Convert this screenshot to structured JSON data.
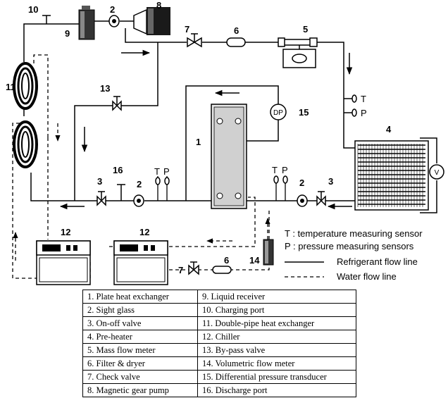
{
  "component_labels": {
    "n1": "1",
    "n2a": "2",
    "n2b": "2",
    "n2c": "2",
    "n3a": "3",
    "n3b": "3",
    "n4": "4",
    "n5": "5",
    "n6a": "6",
    "n6b": "6",
    "n7a": "7",
    "n7b": "7",
    "n8": "8",
    "n9": "9",
    "n10": "10",
    "n11": "11",
    "n12a": "12",
    "n12b": "12",
    "n13": "13",
    "n14": "14",
    "n15": "15",
    "n16": "16"
  },
  "sensor_labels": {
    "t_right": "T",
    "p_right": "P",
    "t_mid": "T",
    "p_mid": "P",
    "t_bot": "T",
    "p_bot": "P",
    "dp": "DP",
    "v": "V"
  },
  "legend": {
    "t_def": "T : temperature measuring sensor",
    "p_def": "P : pressure measuring sensors",
    "refrigerant": "Refrigerant flow line",
    "water": "Water flow line"
  },
  "parts_table": [
    [
      "1. Plate heat exchanger",
      "9. Liquid receiver"
    ],
    [
      "2. Sight glass",
      "10. Charging port"
    ],
    [
      "3. On-off valve",
      "11. Double-pipe heat exchanger"
    ],
    [
      "4. Pre-heater",
      "12. Chiller"
    ],
    [
      "5. Mass flow meter",
      "13. By-pass valve"
    ],
    [
      "6. Filter & dryer",
      "14. Volumetric flow meter"
    ],
    [
      "7. Check valve",
      "15. Differential pressure transducer"
    ],
    [
      "8. Magnetic gear pump",
      "16. Discharge port"
    ]
  ]
}
